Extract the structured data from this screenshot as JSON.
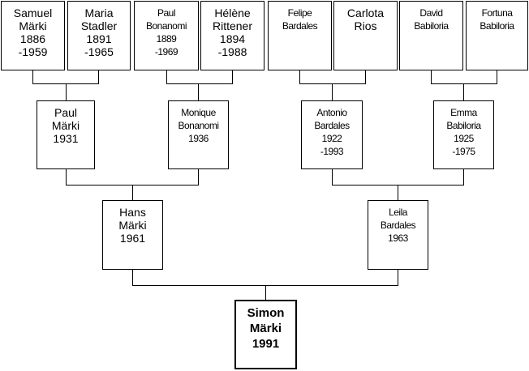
{
  "people": {
    "samuel": {
      "lines": [
        "Samuel",
        "Märki",
        "1886",
        "-1959"
      ]
    },
    "maria": {
      "lines": [
        "Maria",
        "Stadler",
        "1891",
        "-1965"
      ]
    },
    "paul_b": {
      "lines": [
        "Paul",
        "Bonanomi",
        "1889",
        "-1969"
      ]
    },
    "helene": {
      "lines": [
        "Hélène",
        "Rittener",
        "1894",
        "-1988"
      ]
    },
    "felipe": {
      "lines": [
        "Felipe",
        "Bardales"
      ]
    },
    "carlota": {
      "lines": [
        "Carlota",
        "Rios"
      ]
    },
    "david": {
      "lines": [
        "David",
        "Babiloria"
      ]
    },
    "fortuna": {
      "lines": [
        "Fortuna",
        "Babiloria"
      ]
    },
    "paul_m": {
      "lines": [
        "Paul",
        "Märki",
        "1931"
      ]
    },
    "monique": {
      "lines": [
        "Monique",
        "Bonanomi",
        "1936"
      ]
    },
    "antonio": {
      "lines": [
        "Antonio",
        "Bardales",
        "1922",
        "-1993"
      ]
    },
    "emma": {
      "lines": [
        "Emma",
        "Babiloria",
        "1925",
        "-1975"
      ]
    },
    "hans": {
      "lines": [
        "Hans",
        "Märki",
        "1961"
      ]
    },
    "leila": {
      "lines": [
        "Leila",
        "Bardales",
        "1963"
      ]
    },
    "simon": {
      "lines": [
        "Simon",
        "Märki",
        "1991"
      ]
    }
  }
}
